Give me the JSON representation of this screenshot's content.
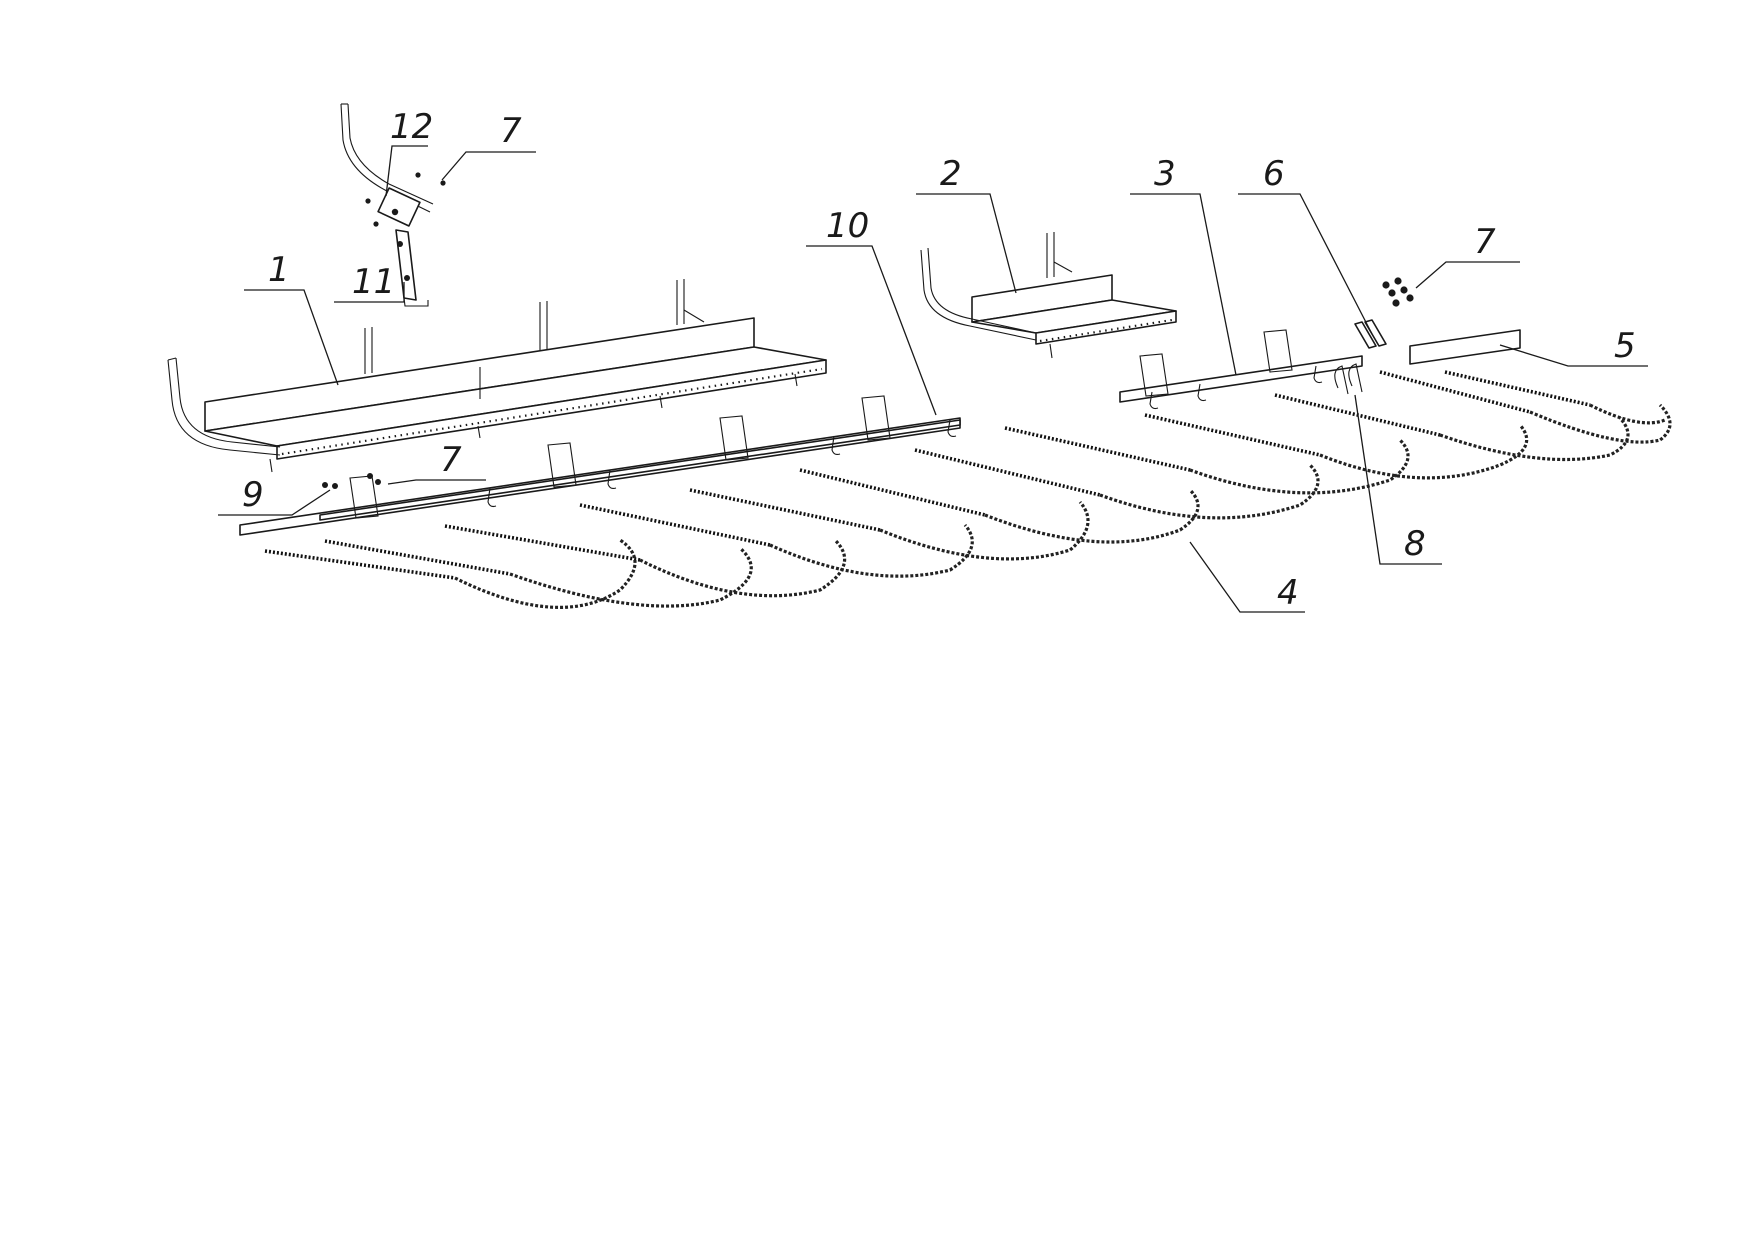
{
  "callouts": {
    "c1": "1",
    "c2": "2",
    "c3": "3",
    "c4": "4",
    "c5": "5",
    "c6": "6",
    "c7a": "7",
    "c7b": "7",
    "c7c": "7",
    "c8": "8",
    "c9": "9",
    "c10": "10",
    "c11": "11",
    "c12": "12"
  }
}
